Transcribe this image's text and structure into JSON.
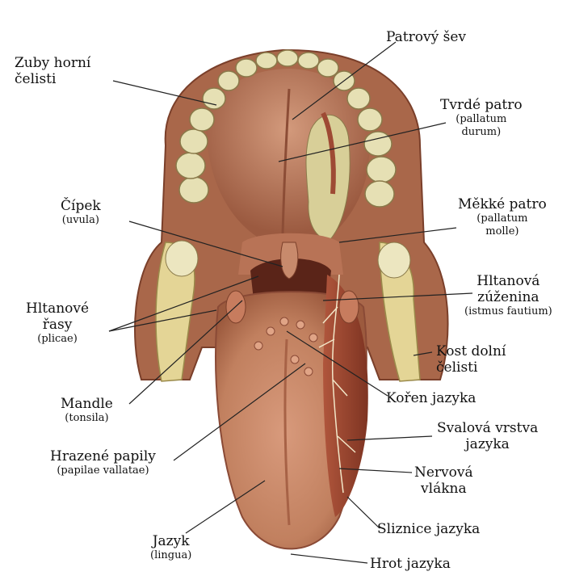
{
  "labels": {
    "zuby_horni_celisti": {
      "line1": "Zuby horní",
      "line2": "čelisti"
    },
    "patrovy_sev": {
      "line1": "Patrový šev"
    },
    "tvrde_patro": {
      "line1": "Tvrdé patro",
      "sub1": "(pallatum",
      "sub2": "durum)"
    },
    "cipek": {
      "line1": "Čípek",
      "sub1": "(uvula)"
    },
    "mekke_patro": {
      "line1": "Měkké patro",
      "sub1": "(pallatum",
      "sub2": "molle)"
    },
    "hltanova_zuzenina": {
      "line1": "Hltanová",
      "line2": "zúženina",
      "sub1": "(istmus fautium)"
    },
    "hltanove_rasy": {
      "line1": "Hltanové",
      "line2": "řasy",
      "sub1": "(plicae)"
    },
    "kost_dolni_celisti": {
      "line1": "Kost dolní",
      "line2": "čelisti"
    },
    "mandle": {
      "line1": "Mandle",
      "sub1": "(tonsila)"
    },
    "koren_jazyka": {
      "line1": "Kořen jazyka"
    },
    "svalova_vrstva_jazyka": {
      "line1": "Svalová vrstva",
      "line2": "jazyka"
    },
    "hrazene_papily": {
      "line1": "Hrazené papily",
      "sub1": "(papilae vallatae)"
    },
    "nervova_vlakna": {
      "line1": "Nervová",
      "line2": "vlákna"
    },
    "sliznice_jazyka": {
      "line1": "Sliznice jazyka"
    },
    "jazyk": {
      "line1": "Jazyk",
      "sub1": "(lingua)"
    },
    "hrot_jazyka": {
      "line1": "Hrot jazyka"
    }
  },
  "colors": {
    "tissue": "#b8775a",
    "tissue_dark": "#8a4a36",
    "tongue": "#c9896b",
    "muscle": "#9e4a34",
    "teeth": "#e6e0b4",
    "bone": "#e4d596",
    "throat": "#5a2418",
    "leader_line": "#222222"
  }
}
